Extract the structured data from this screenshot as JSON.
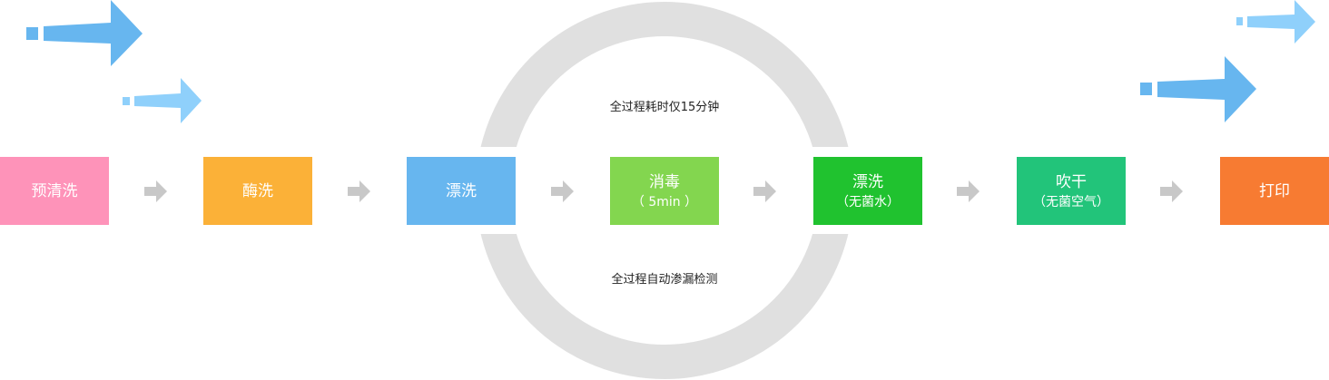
{
  "ring_notes": {
    "top": "全过程耗时仅15分钟",
    "bottom": "全过程自动渗漏检测"
  },
  "steps": [
    {
      "label": "预清洗",
      "sub": "",
      "color": "#fe93b9"
    },
    {
      "label": "酶洗",
      "sub": "",
      "color": "#fbb138"
    },
    {
      "label": "漂洗",
      "sub": "",
      "color": "#67b6ef"
    },
    {
      "label": "消毒",
      "sub": "（ 5min ）",
      "color": "#83d64f"
    },
    {
      "label": "漂洗",
      "sub": "（无菌水）",
      "color": "#20c22f"
    },
    {
      "label": "吹干",
      "sub": "（无菌空气）",
      "color": "#22c47a"
    },
    {
      "label": "打印",
      "sub": "",
      "color": "#f77b32"
    }
  ],
  "colors": {
    "ring": "#e0e0e0",
    "step_arrow": "#c8c8c8",
    "big_arrow": "#67b6ef",
    "small_arrow": "#8fd0fb"
  }
}
